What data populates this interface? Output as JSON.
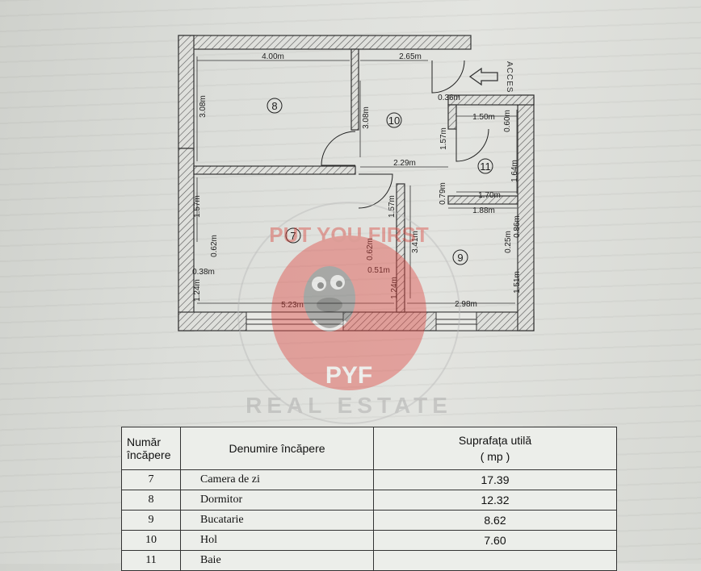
{
  "plan": {
    "access_label": "ACCES",
    "room_numbers": [
      "7",
      "8",
      "9",
      "10",
      "11"
    ],
    "dimensions": {
      "d_400": "4.00m",
      "d_265": "2.65m",
      "d_308a": "3.08m",
      "d_308b": "3.08m",
      "d_036": "0.36m",
      "d_150": "1.50m",
      "d_060": "0.60m",
      "d_157a": "1.57m",
      "d_164": "1.64m",
      "d_229": "2.29m",
      "d_079": "0.79m",
      "d_170": "1.70m",
      "d_188": "1.88m",
      "d_157b": "1.57m",
      "d_157c": "1.57m",
      "d_086": "0.86m",
      "d_025": "0.25m",
      "d_062a": "0.62m",
      "d_038": "0.38m",
      "d_062b": "0.62m",
      "d_051": "0.51m",
      "d_341": "3.41m",
      "d_151": "1.51m",
      "d_124a": "1.24m",
      "d_124b": "1.24m",
      "d_523": "5.23m",
      "d_298": "2.98m"
    }
  },
  "watermark": {
    "top": "PUT YOU FIRST",
    "brand": "PYF",
    "bottom": "REAL ESTATE"
  },
  "table": {
    "headers": {
      "num_line1": "Număr",
      "num_line2": "încăpere",
      "name": "Denumire încăpere",
      "area_line1": "Suprafața utilă",
      "area_line2": "( mp )"
    },
    "rows": [
      {
        "num": "7",
        "name": "Camera de zi",
        "area": "17.39"
      },
      {
        "num": "8",
        "name": "Dormitor",
        "area": "12.32"
      },
      {
        "num": "9",
        "name": "Bucatarie",
        "area": "8.62"
      },
      {
        "num": "10",
        "name": "Hol",
        "area": "7.60"
      },
      {
        "num": "11",
        "name": "Baie",
        "area": ""
      }
    ]
  }
}
